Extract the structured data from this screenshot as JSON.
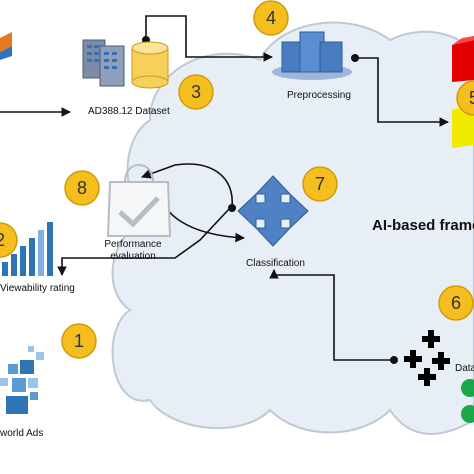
{
  "labels": {
    "dataset": "AD388.12 Dataset",
    "preprocessing": "Preprocessing",
    "performance_line1": "Performance",
    "performance_line2": "evaluation",
    "classification": "Classification",
    "framework": "AI-based frame",
    "viewability": "Viewability rating",
    "ads": "world Ads",
    "data": "Data"
  },
  "steps": [
    "1",
    "2",
    "3",
    "4",
    "5",
    "6",
    "7",
    "8"
  ],
  "colors": {
    "badge": "#F4BE1E",
    "badge_stroke": "#D39A0A",
    "cloud": "#E8EEF5",
    "cloud_stroke": "#BFC9D6",
    "blue": "#2E75B6",
    "red": "#E40000",
    "yellow": "#F0EA00"
  }
}
